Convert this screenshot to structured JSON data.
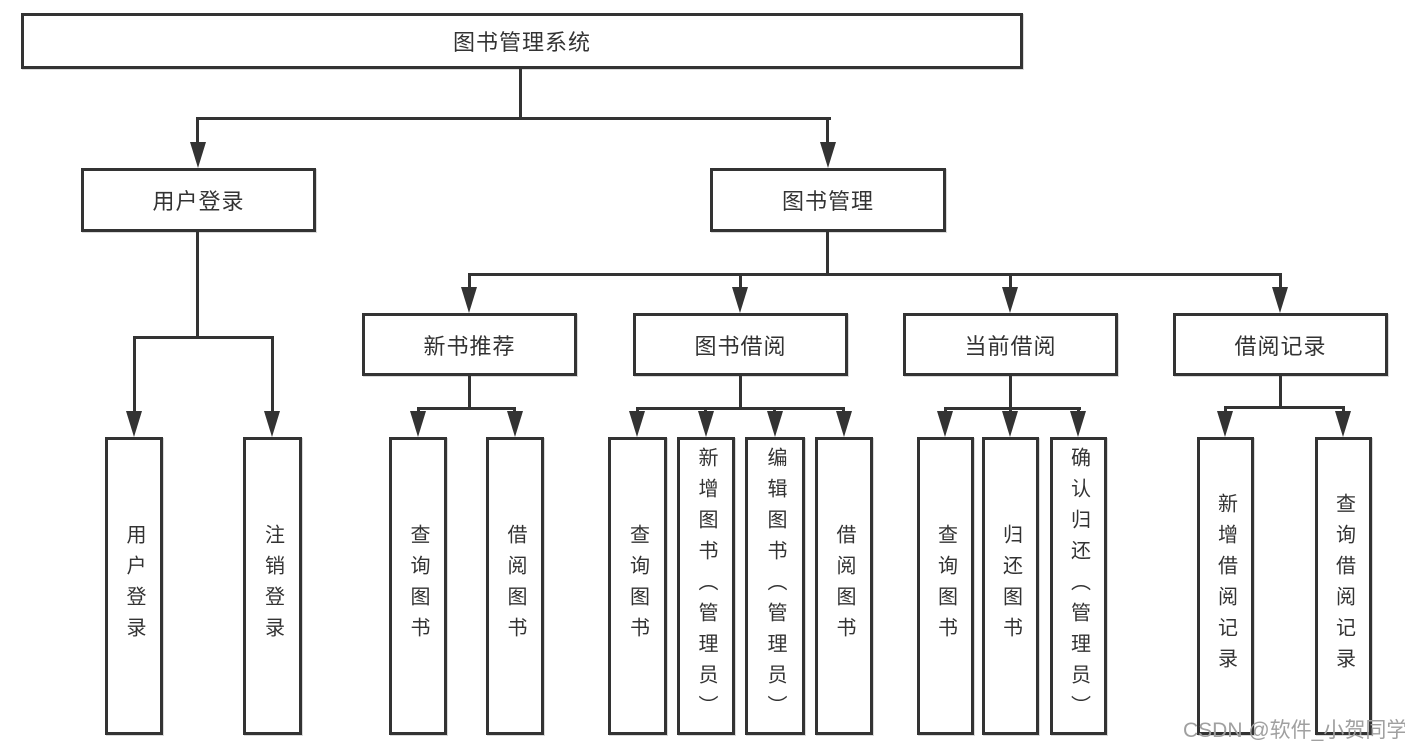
{
  "tree": {
    "root": {
      "label": "图书管理系统"
    },
    "branches": [
      {
        "label": "用户登录",
        "leaves": [
          {
            "label": "用户登录"
          },
          {
            "label": "注销登录"
          }
        ]
      },
      {
        "label": "图书管理",
        "groups": [
          {
            "label": "新书推荐",
            "leaves": [
              {
                "label": "查询图书"
              },
              {
                "label": "借阅图书"
              }
            ]
          },
          {
            "label": "图书借阅",
            "leaves": [
              {
                "label": "查询图书"
              },
              {
                "label": "新增图书（管理员）"
              },
              {
                "label": "编辑图书（管理员）"
              },
              {
                "label": "借阅图书"
              }
            ]
          },
          {
            "label": "当前借阅",
            "leaves": [
              {
                "label": "查询图书"
              },
              {
                "label": "归还图书"
              },
              {
                "label": "确认归还（管理员）"
              }
            ]
          },
          {
            "label": "借阅记录",
            "leaves": [
              {
                "label": "新增借阅记录"
              },
              {
                "label": "查询借阅记录"
              }
            ]
          }
        ]
      }
    ]
  },
  "watermark": {
    "text": "CSDN @软件_小贺同学"
  },
  "colors": {
    "line": "#333333",
    "text": "#333333",
    "watermark": "#a0a0a0",
    "background": "#ffffff"
  }
}
